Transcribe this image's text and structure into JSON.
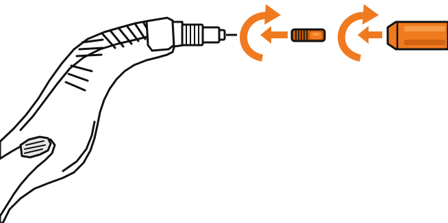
{
  "diagram": {
    "parts": [
      {
        "name": "welding-torch",
        "label": ""
      },
      {
        "name": "contact-tip",
        "label": ""
      },
      {
        "name": "nozzle",
        "label": ""
      }
    ],
    "steps": [
      {
        "action": "screw-on-contact-tip",
        "icon": "rotate-arrow-icon"
      },
      {
        "action": "screw-on-nozzle",
        "icon": "rotate-arrow-icon"
      }
    ]
  },
  "colors": {
    "accent": "#F07A20",
    "accent_light": "#F59A45",
    "accent_dark": "#C45A0A",
    "outline": "#111111",
    "torch_fill": "#ffffff",
    "torch_shade": "#e6e6e6",
    "background": "#ffffff"
  }
}
